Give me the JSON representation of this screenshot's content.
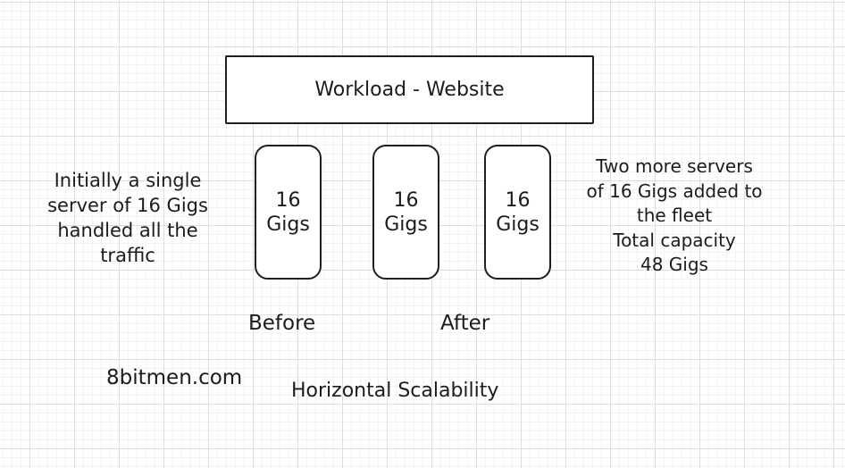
{
  "workload": {
    "label": "Workload - Website"
  },
  "servers": [
    {
      "capacity": "16",
      "unit": "Gigs"
    },
    {
      "capacity": "16",
      "unit": "Gigs"
    },
    {
      "capacity": "16",
      "unit": "Gigs"
    }
  ],
  "left_note": {
    "lines": [
      "Initially a single",
      "server of 16 Gigs",
      "handled all the",
      "traffic"
    ]
  },
  "right_note": {
    "lines": [
      "Two more servers",
      "of 16 Gigs added to",
      "the fleet",
      "Total capacity",
      "48 Gigs"
    ]
  },
  "labels": {
    "before": "Before",
    "after": "After",
    "watermark": "8bitmen.com",
    "caption": "Horizontal Scalability"
  },
  "colors": {
    "text": "#1c1c1c",
    "box_border": "#1f1f1f",
    "box_fill": "#ffffff",
    "grid_major": "#dcdee0",
    "grid_minor": "#f2f3f4",
    "page_bg": "#ffffff"
  }
}
